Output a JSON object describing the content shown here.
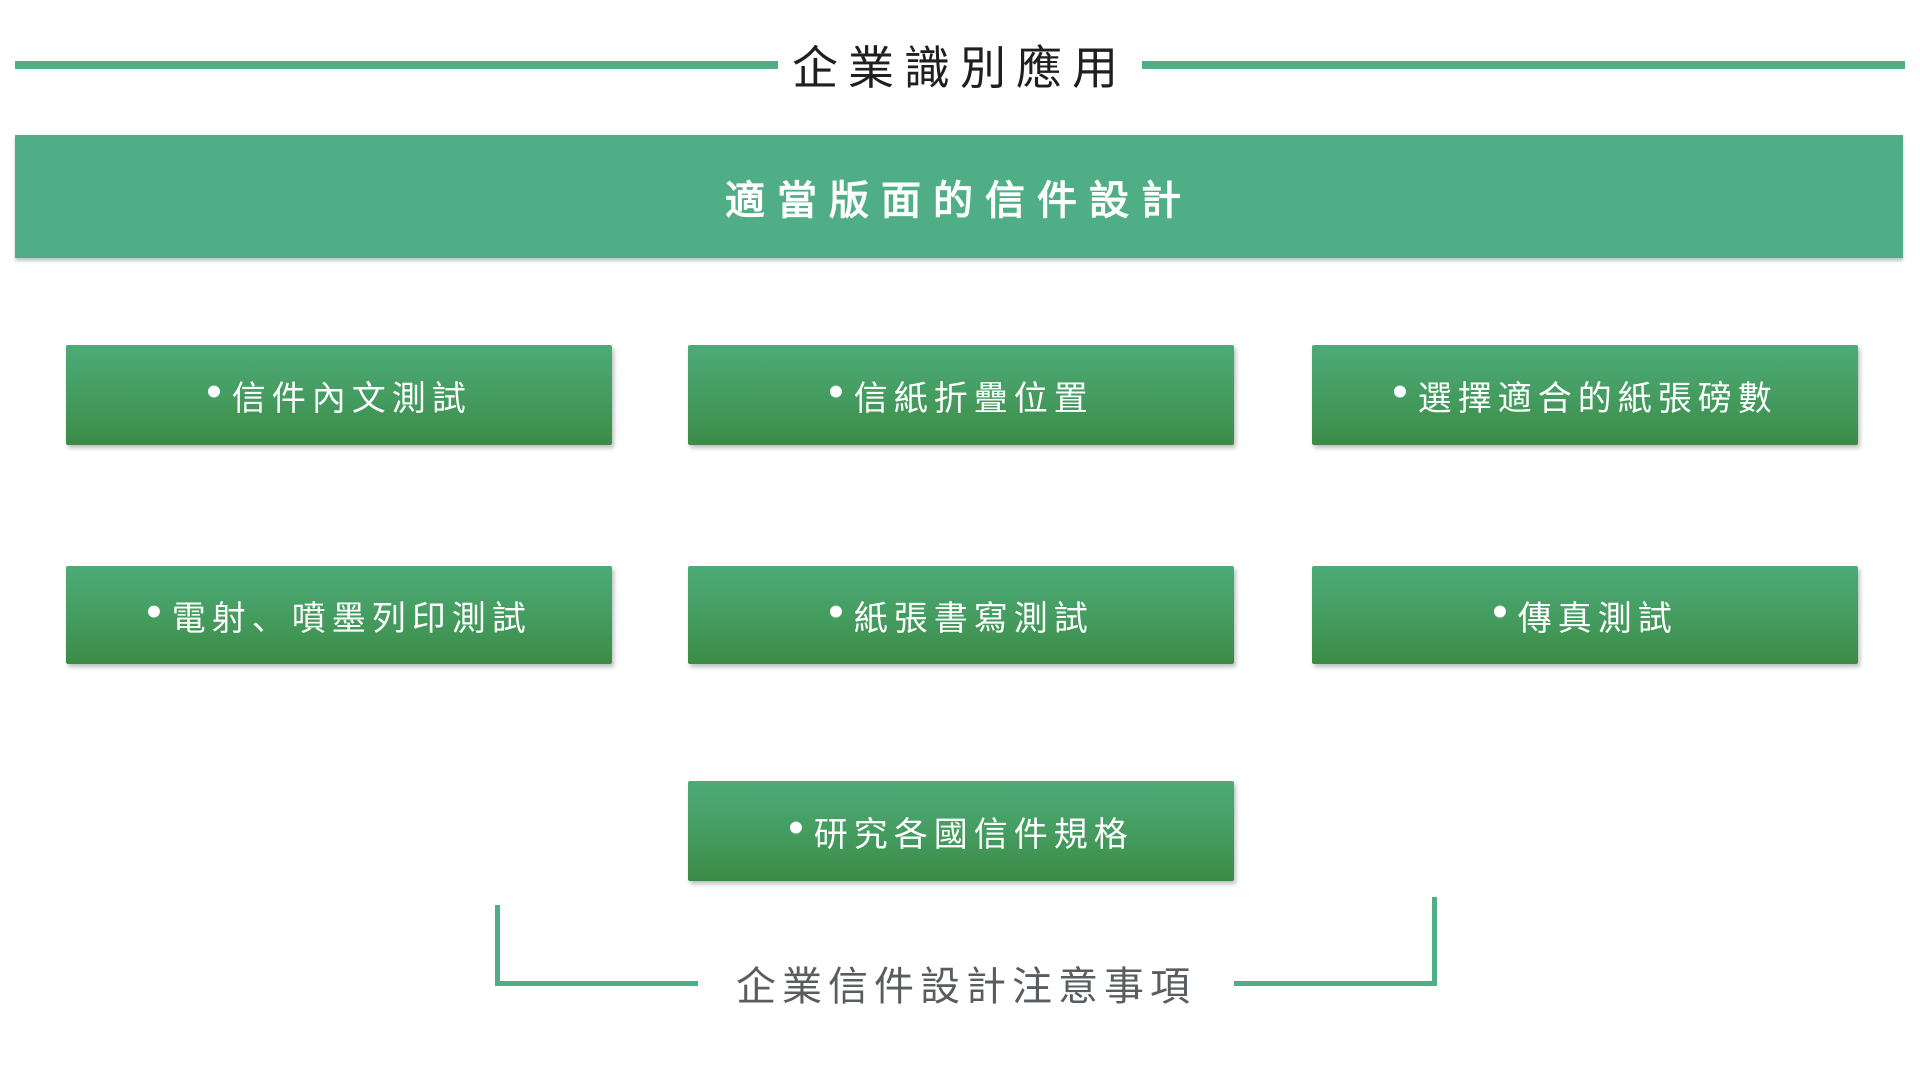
{
  "header": {
    "title": "企業識別應用"
  },
  "banner": {
    "title": "適當版面的信件設計"
  },
  "items": [
    {
      "bullet": "•",
      "label": "信件內文測試"
    },
    {
      "bullet": "•",
      "label": "信紙折疊位置"
    },
    {
      "bullet": "•",
      "label": "選擇適合的紙張磅數"
    },
    {
      "bullet": "•",
      "label": "電射、噴墨列印測試"
    },
    {
      "bullet": "•",
      "label": "紙張書寫測試"
    },
    {
      "bullet": "•",
      "label": "傳真測試"
    },
    {
      "bullet": "•",
      "label": "研究各國信件規格"
    }
  ],
  "footer": {
    "note": "企業信件設計注意事項"
  },
  "colors": {
    "accent": "#4FAE86",
    "box_top": "#4DAB77",
    "box_bottom": "#3B8B45",
    "title_text": "#1F1F1F",
    "banner_text": "#FFFFFF",
    "note_text": "#595D60"
  }
}
